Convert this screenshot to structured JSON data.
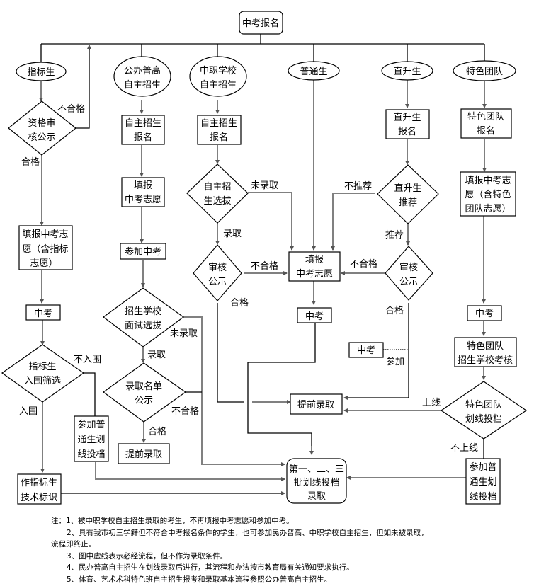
{
  "title": "中考报名",
  "categories": {
    "zhibiao": "指标生",
    "gongban": [
      "公办普高",
      "自主招生"
    ],
    "zhongzhi": [
      "中职学校",
      "自主招生"
    ],
    "putong": "普通生",
    "zhisheng": "直升生",
    "tese": "特色团队"
  },
  "nodes": {
    "zb_review": [
      "资格审",
      "核公示"
    ],
    "zb_fill": [
      "填报中考志",
      "愿（含指标",
      "志愿）"
    ],
    "zb_exam": "中考",
    "zb_screen": [
      "指标生",
      "入围筛选"
    ],
    "zb_join": [
      "参加普",
      "通生划",
      "线投档"
    ],
    "zb_mark": [
      "作指标生",
      "技术标识"
    ],
    "gb_reg": [
      "自主招生",
      "报名"
    ],
    "gb_fill": [
      "填报",
      "中考志愿"
    ],
    "gb_exam": "参加中考",
    "gb_interview": [
      "招生学校",
      "面试选拔"
    ],
    "gb_publicity": [
      "录取名单",
      "公示"
    ],
    "gb_early": "提前录取",
    "zz_reg": [
      "自主招生",
      "报名"
    ],
    "zz_select": [
      "自主招",
      "生选拔"
    ],
    "zz_review": [
      "审核",
      "公示"
    ],
    "center_fill": [
      "填报",
      "中考志愿"
    ],
    "center_exam": "中考",
    "center_early": "提前录取",
    "final": [
      "第一、二、三",
      "批划线投档",
      "录取"
    ],
    "zs_reg": [
      "直升生",
      "报名"
    ],
    "zs_recommend": [
      "直升生",
      "推荐"
    ],
    "zs_review": [
      "审核",
      "公示"
    ],
    "zs_exam": "中考",
    "ts_reg": [
      "特色团队",
      "报名"
    ],
    "ts_fill": [
      "填报中考志",
      "愿（含特色",
      "团队志愿）"
    ],
    "ts_exam": "中考",
    "ts_assess": [
      "特色团队",
      "招生学校考核"
    ],
    "ts_line": [
      "特色团队",
      "划线投档"
    ],
    "ts_join": [
      "参加普",
      "通生划",
      "线投档"
    ]
  },
  "edge_labels": {
    "zb_fail": "不合格",
    "zb_pass": "合格",
    "zb_out": "不入围",
    "zb_in": "入围",
    "gb_not_admit": "未录取",
    "gb_admit": "录取",
    "gb_fail": "不合格",
    "gb_pass": "合格",
    "zz_not_admit": "未录取",
    "zz_admit": "录取",
    "zz_fail": "不合格",
    "zz_pass": "合格",
    "zs_not_rec": "不推荐",
    "zs_rec": "推荐",
    "zs_fail": "不合格",
    "zs_pass": "合格",
    "zs_attend": "参加",
    "ts_up": "上线",
    "ts_down": "不上线"
  },
  "notes": {
    "n1": "注：1、被中职学校自主招生录取的考生，不再填报中考志愿和参加中考。",
    "n2a": "2、具有我市初三学籍但不符合中考报名条件的学生，也可参加民办普高、中职学校自主招生，但如未被录取，",
    "n2b": "流程即终止。",
    "n3": "3、图中虚线表示必经流程，但不作为录取条件。",
    "n4": "4、民办普高自主招生在划线录取后进行，其流程和办法按市教育局有关通知要求执行。",
    "n5": "5、体育、艺术术科特色班自主招生报考和录取基本流程参照公办普高自主招生。"
  },
  "colors": {
    "line": "#000000",
    "arrow": "#808080"
  }
}
